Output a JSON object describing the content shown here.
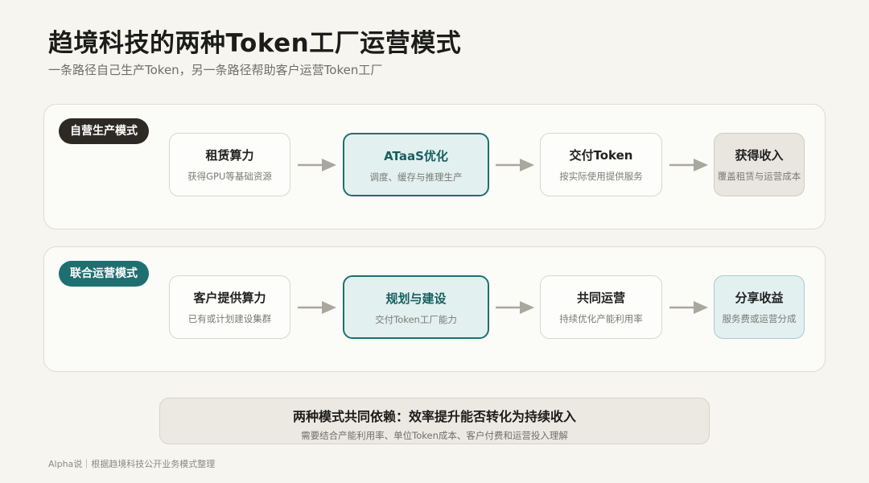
{
  "title": "趋境科技的两种Token工厂运营模式",
  "subtitle": "一条路径自己生产Token，另一条路径帮助客户运营Token工厂",
  "rows": [
    {
      "tag": "自营生产模式",
      "steps": [
        {
          "title": "租赁算力",
          "desc": "获得GPU等基础资源"
        },
        {
          "title": "ATaaS优化",
          "desc": "调度、缓存与推理生产"
        },
        {
          "title": "交付Token",
          "desc": "按实际使用提供服务"
        },
        {
          "title": "获得收入",
          "desc": "覆盖租赁与运营成本"
        }
      ]
    },
    {
      "tag": "联合运营模式",
      "steps": [
        {
          "title": "客户提供算力",
          "desc": "已有或计划建设集群"
        },
        {
          "title": "规划与建设",
          "desc": "交付Token工厂能力"
        },
        {
          "title": "共同运营",
          "desc": "持续优化产能利用率"
        },
        {
          "title": "分享收益",
          "desc": "服务费或运营分成"
        }
      ]
    }
  ],
  "summary": {
    "title": "两种模式共同依赖：效率提升能否转化为持续收入",
    "desc": "需要结合产能利用率、单位Token成本、客户付费和运营投入理解"
  },
  "footer": "Alpha说｜根据趋境科技公开业务模式整理",
  "colors": {
    "accent_teal": "#1f6f70",
    "dark_tag": "#2d2a25",
    "highlight_fill": "#e2f0ef",
    "arrow": "#a9a79e"
  }
}
